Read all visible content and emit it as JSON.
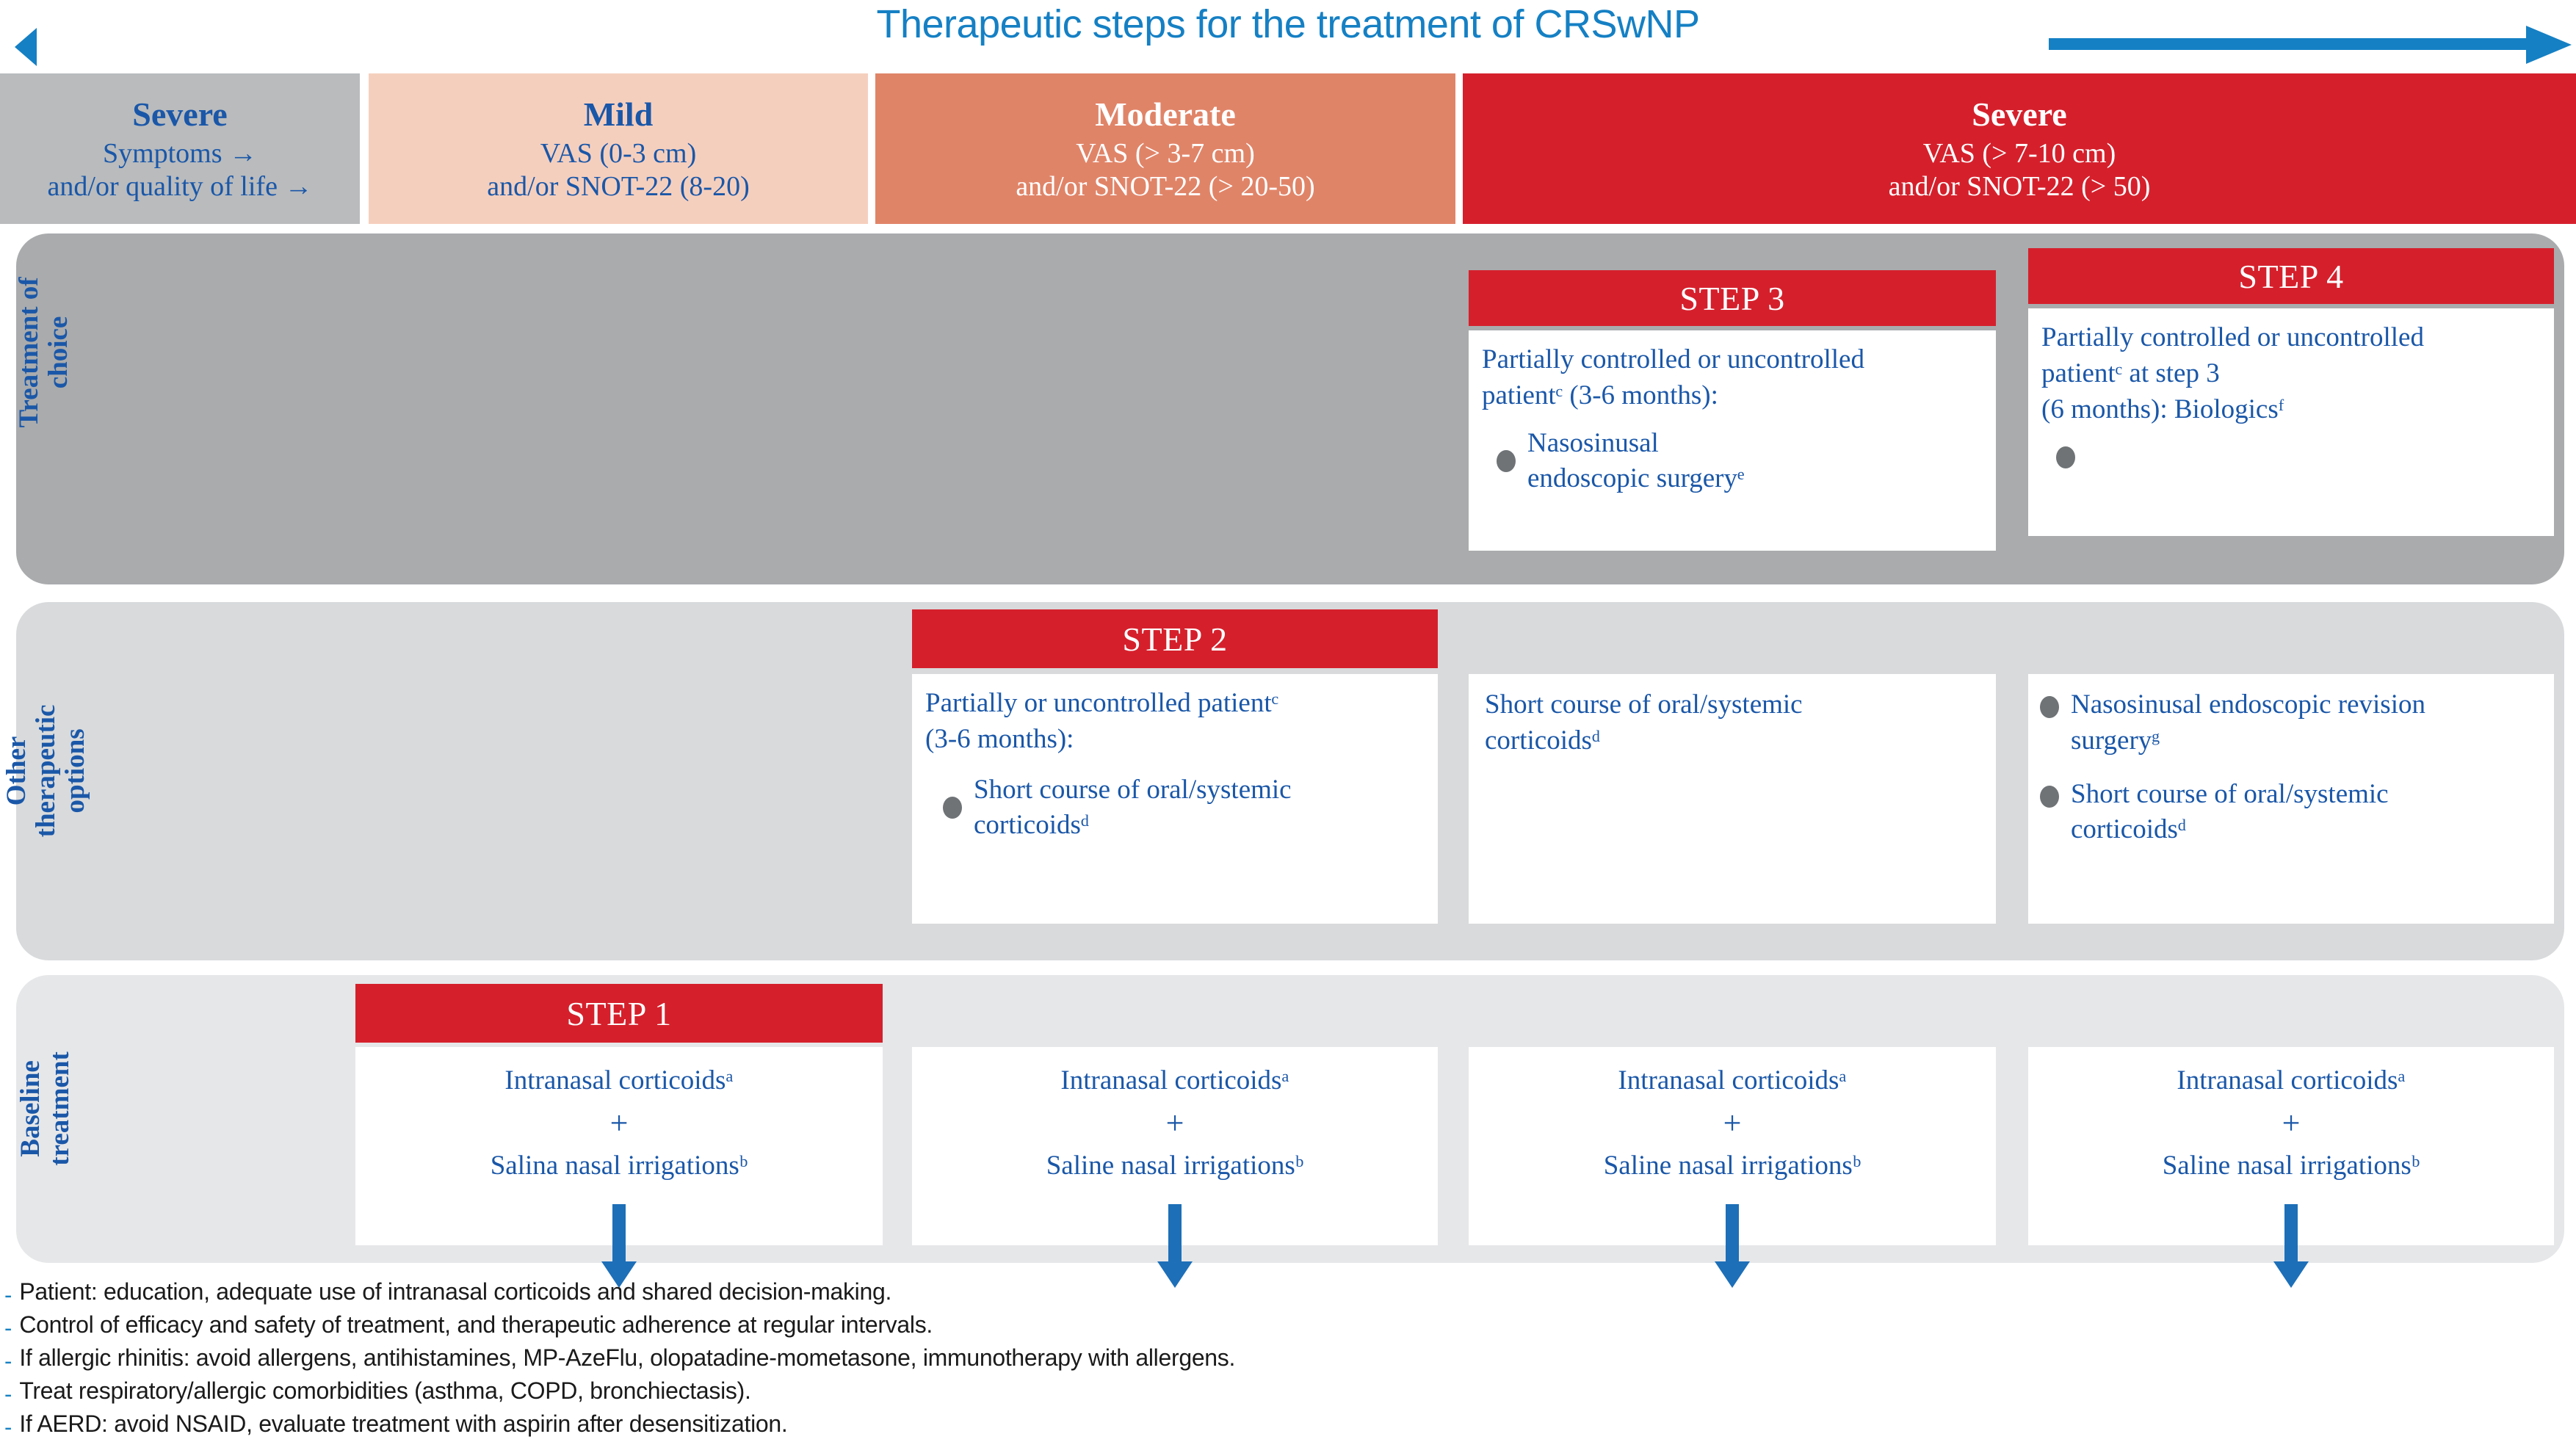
{
  "header": {
    "title": "Therapeutic steps for the treatment of CRSwNP",
    "arrow_left": "left-arrow",
    "arrow_right": "right-arrow",
    "accent_blue": "#1580c4",
    "text_blue": "#1a57a8",
    "red": "#d5202c"
  },
  "severity": [
    {
      "name": "Severe",
      "line1": "Symptoms →",
      "line2": "and/or quality of life →",
      "bg": "#b9bbbd",
      "fg": "#1a57a8"
    },
    {
      "name": "Mild",
      "line1": "VAS (0-3 cm)",
      "line2": "and/or SNOT-22 (8-20)",
      "bg": "#f5cfbe",
      "fg": "#1a57a8"
    },
    {
      "name": "Moderate",
      "line1": "VAS (> 3-7 cm)",
      "line2": "and/or SNOT-22 (> 20-50)",
      "bg": "#e08468",
      "fg": "#ffffff"
    },
    {
      "name": "Severe",
      "line1": "VAS (> 7-10 cm)",
      "line2": "and/or SNOT-22 (> 50)",
      "bg": "#d5202c",
      "fg": "#ffffff"
    }
  ],
  "rows": {
    "treatment": {
      "label_line1": "Treatment of",
      "label_line2": "choice",
      "step3": {
        "header": "STEP 3",
        "intro_line1": "Partially controlled or uncontrolled",
        "intro_line2": "patientᶜ (3-6 months):",
        "bullet_line1": "Nasosinusal",
        "bullet_line2": "endoscopic surgeryᵉ"
      },
      "step4": {
        "header": "STEP 4",
        "intro_line1": "Partially controlled or uncontrolled",
        "intro_line2": "patientᶜ at step 3",
        "intro_line3": "(6 months): Biologicsᶠ",
        "bullet_line1": ""
      }
    },
    "other": {
      "label_line1": "Other",
      "label_line2": "therapeutic",
      "label_line3": "options",
      "step2": {
        "header": "STEP 2",
        "intro_line1": "Partially or uncontrolled patientᶜ",
        "intro_line2": "(3-6 months):",
        "bullet_line1": "Short course of oral/systemic",
        "bullet_line2": "corticoidsᵈ"
      },
      "moderate": {
        "line1": "Short course of oral/systemic",
        "line2": "corticoidsᵈ"
      },
      "severe": {
        "bullet1_line1": "Nasosinusal endoscopic revision",
        "bullet1_line2": "surgeryᵍ",
        "bullet2_line1": "Short course of oral/systemic",
        "bullet2_line2": "corticoidsᵈ"
      }
    },
    "baseline": {
      "label_line1": "Baseline",
      "label_line2": "treatment",
      "step1_header": "STEP 1",
      "cells": [
        {
          "line1": "Intranasal corticoidsᵃ",
          "plus": "+",
          "line2": "Salina nasal irrigationsᵇ"
        },
        {
          "line1": "Intranasal corticoidsᵃ",
          "plus": "+",
          "line2": "Saline nasal irrigationsᵇ"
        },
        {
          "line1": "Intranasal corticoidsᵃ",
          "plus": "+",
          "line2": "Saline nasal irrigationsᵇ"
        },
        {
          "line1": "Intranasal corticoidsᵃ",
          "plus": "+",
          "line2": "Saline nasal irrigationsᵇ"
        }
      ]
    }
  },
  "footnotes": [
    "Patient: education, adequate use of intranasal corticoids and shared decision-making.",
    "Control of efficacy and safety of treatment, and therapeutic adherence at regular intervals.",
    "If allergic rhinitis: avoid allergens, antihistamines, MP-AzeFlu, olopatadine-mometasone, immunotherapy with allergens.",
    "Treat respiratory/allergic comorbidities (asthma, COPD, bronchiectasis).",
    "If AERD: avoid NSAID, evaluate treatment with aspirin after desensitization."
  ],
  "footnote_dash": "-"
}
